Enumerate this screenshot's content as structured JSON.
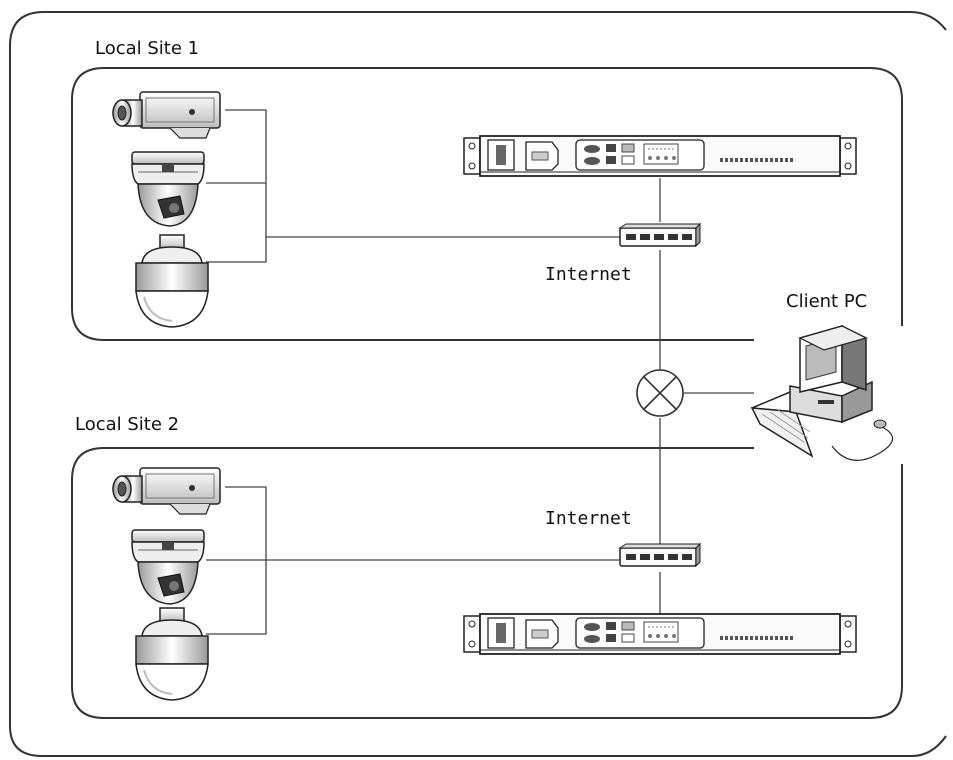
{
  "diagram": {
    "colors": {
      "line": "#444444",
      "frame": "#333333"
    },
    "site1": {
      "label": "Local Site 1",
      "internet_label": "Internet"
    },
    "site2": {
      "label": "Local Site 2",
      "internet_label": "Internet"
    },
    "client": {
      "label": "Client PC"
    },
    "icons": [
      "box-camera-icon",
      "dome-camera-icon",
      "ptz-camera-icon",
      "nvr-rack-icon",
      "network-switch-icon",
      "internet-crossed-circle-icon",
      "client-pc-icon"
    ]
  }
}
